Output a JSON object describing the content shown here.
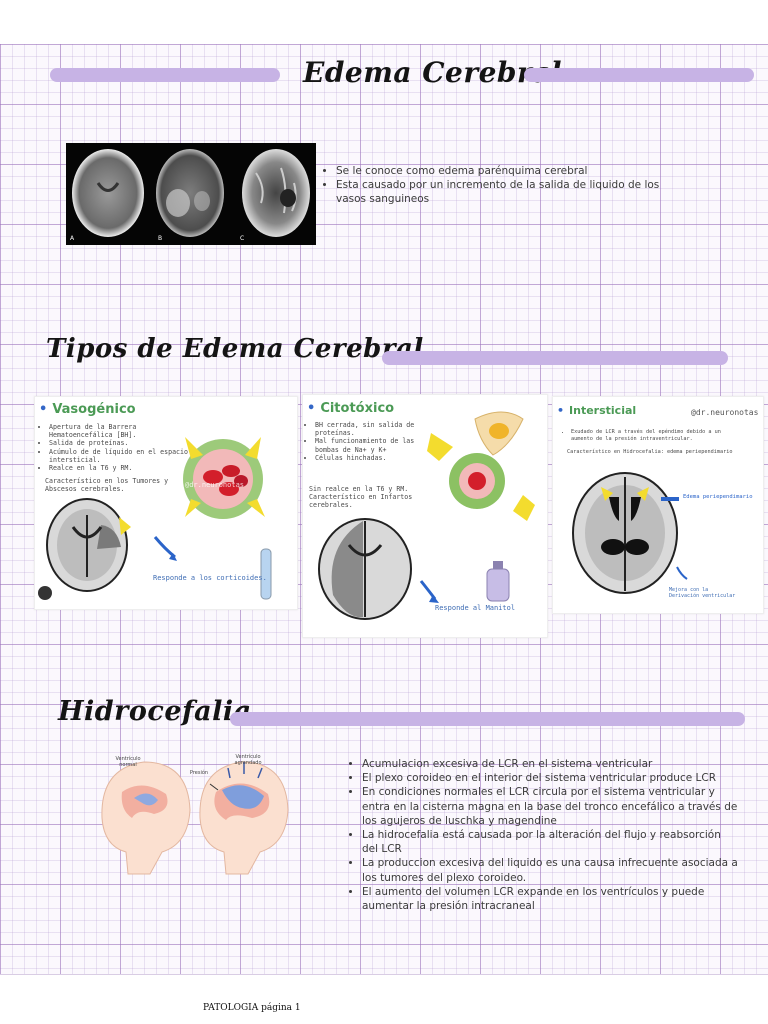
{
  "sections": {
    "edema": {
      "title": "Edema Cerebral",
      "mri_labels": [
        "A",
        "B",
        "C"
      ],
      "bullets": [
        "Se le conoce como edema parénquima cerebral",
        "Esta causado por un incremento de la salida de liquido de los vasos sanguineos"
      ]
    },
    "tipos": {
      "title": "Tipos de Edema Cerebral",
      "cards": [
        {
          "title": "Vasogénico",
          "items": [
            "Apertura de la Barrera Hematoencefálica [BH].",
            "Salida de proteínas.",
            "Acúmulo de de líquido en el espacio intersticial.",
            "Realce en la T6 y RM."
          ],
          "text": "Característico en los Tumores y Abscesos cerebrales.",
          "note": "Responde a los corticoides.",
          "watermark": "@dr.neuronotas"
        },
        {
          "title": "Citotóxico",
          "items": [
            "BH cerrada, sin salida de proteínas.",
            "Mal funcionamiento de las bombas de Na+ y K+",
            "Células hinchadas."
          ],
          "text": "Sin realce en la T6 y RM. Característico en Infartos cerebrales.",
          "note": "Responde al Manitol"
        },
        {
          "title": "Intersticial",
          "handle": "@dr.neuronotas",
          "items": [
            "Exudado de LCR a través del epéndimo debido a un aumento de la presión intraventricular."
          ],
          "text": "Característico en Hidrocefalia: edema periependimario",
          "label_edema": "Edema periependimario",
          "label_mejora": "Mejora con la Derivación ventricular"
        }
      ]
    },
    "hidro": {
      "title": "Hidrocefalia",
      "figure_labels": {
        "normal": "Ventrículo normal",
        "pressure": "Presión",
        "enlarged": "Ventrículo agrandado"
      },
      "bullets": [
        "Acumulacion excesiva de LCR en el sistema ventricular",
        "El plexo coroideo en el interior del sistema ventricular produce LCR",
        "En condiciones normales el LCR circula por el sistema ventricular y entra en la cisterna magna en la base del tronco encefálico a través de los agujeros de luschka y magendine",
        "La hidrocefalia está causada por la alteración del flujo y reabsorción del LCR",
        "La produccion excesiva del liquido es una causa infrecuente asociada a los tumores del plexo coroideo.",
        "El aumento del volumen LCR expande en los ventrículos y puede aumentar la presión intracraneal"
      ]
    }
  },
  "footer": "PATOLOGIA página 1",
  "colors": {
    "accent_pill": "#c7b3e5",
    "card_title": "#4b9a55",
    "bullet_dot": "#3467c7",
    "grid": "#a078be"
  }
}
